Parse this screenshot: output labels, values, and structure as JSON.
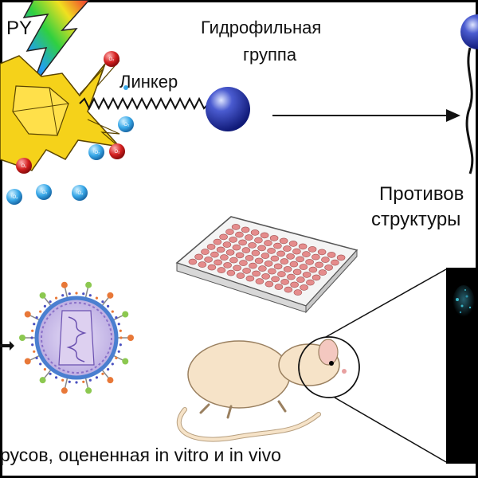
{
  "labels": {
    "top_left_fragment": "PY",
    "hydrophilic_line1": "Гидрофильная",
    "hydrophilic_line2": "группа",
    "linker": "Линкер",
    "antiviral_line1": "Противов",
    "antiviral_line2": "структуры",
    "caption": "русов, оцененная in vitro и in vivo"
  },
  "molecules": {
    "singlet_oxygen": "¹O₂",
    "triplet_oxygen": "O₂"
  },
  "colors": {
    "frame": "#000000",
    "sphere_blue": "#2233aa",
    "bolt_yellow": "#f5d21a",
    "oxygen_red": "#d42020",
    "oxygen_blue": "#38a8e8",
    "mouse_body": "#f6e3c8",
    "well_pink": "#e58c8c",
    "virus_membrane": "#4a7fd0",
    "virus_core": "#c9b8e6",
    "spike_green": "#8cc850",
    "spike_orange": "#e87838"
  },
  "icons": [
    "lightning-bolt-icon",
    "photosensitizer-core-icon",
    "sphere-icon",
    "well-plate-icon",
    "virus-particle-icon",
    "mouse-icon",
    "magnifier-circle-icon",
    "microscopy-panel-icon"
  ]
}
